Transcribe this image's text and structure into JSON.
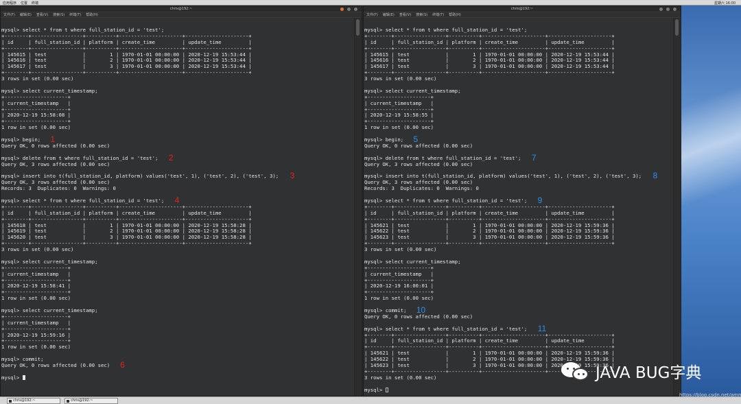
{
  "top_panel": {
    "menus": [
      "应用程序",
      "位置",
      "终端"
    ],
    "clock": "星期六 16:00"
  },
  "left_window": {
    "title": "chris@192:~",
    "menu": [
      "文件(F)",
      "编辑(E)",
      "查看(V)",
      "搜索(S)",
      "终端(T)",
      "帮助(H)"
    ],
    "lines": [
      "mysql> select * from t where full_station_id = 'test';",
      "+--------+-----------------+----------+---------------------+---------------------+",
      "| id     | full_station_id | platform | create_time         | update_time         |",
      "+--------+-----------------+----------+---------------------+---------------------+",
      "| 145615 | test            |        1 | 1970-01-01 00:00:00 | 2020-12-19 15:53:44 |",
      "| 145616 | test            |        2 | 1970-01-01 00:00:00 | 2020-12-19 15:53:44 |",
      "| 145617 | test            |        3 | 1970-01-01 00:00:00 | 2020-12-19 15:53:44 |",
      "+--------+-----------------+----------+---------------------+---------------------+",
      "3 rows in set (0.00 sec)",
      "",
      "mysql> select current_timestamp;",
      "+---------------------+",
      "| current_timestamp   |",
      "+---------------------+",
      "| 2020-12-19 15:58:08 |",
      "+---------------------+",
      "1 row in set (0.00 sec)",
      "",
      "mysql> begin;",
      "Query OK, 0 rows affected (0.00 sec)",
      "",
      "mysql> delete from t where full_station_id = 'test';",
      "Query OK, 3 rows affected (0.00 sec)",
      "",
      "mysql> insert into t(full_station_id, platform) values('test', 1), ('test', 2), ('test', 3);",
      "Query OK, 3 rows affected (0.00 sec)",
      "Records: 3  Duplicates: 0  Warnings: 0",
      "",
      "mysql> select * from t where full_station_id = 'test';",
      "+--------+-----------------+----------+---------------------+---------------------+",
      "| id     | full_station_id | platform | create_time         | update_time         |",
      "+--------+-----------------+----------+---------------------+---------------------+",
      "| 145618 | test            |        1 | 1970-01-01 00:00:00 | 2020-12-19 15:58:28 |",
      "| 145619 | test            |        2 | 1970-01-01 00:00:00 | 2020-12-19 15:58:28 |",
      "| 145620 | test            |        3 | 1970-01-01 00:00:00 | 2020-12-19 15:58:28 |",
      "+--------+-----------------+----------+---------------------+---------------------+",
      "3 rows in set (0.00 sec)",
      "",
      "mysql> select current_timestamp;",
      "+---------------------+",
      "| current_timestamp   |",
      "+---------------------+",
      "| 2020-12-19 15:58:41 |",
      "+---------------------+",
      "1 row in set (0.00 sec)",
      "",
      "mysql> select current_timestamp;",
      "+---------------------+",
      "| current_timestamp   |",
      "+---------------------+",
      "| 2020-12-19 15:59:16 |",
      "+---------------------+",
      "1 row in set (0.00 sec)",
      "",
      "mysql> commit;",
      "Query OK, 0 rows affected (0.00 sec)",
      "",
      "mysql> "
    ],
    "annotations": [
      {
        "text": "1",
        "line": 18
      },
      {
        "text": "2",
        "line": 21
      },
      {
        "text": "3",
        "line": 24
      },
      {
        "text": "4",
        "line": 28
      },
      {
        "text": "6",
        "line": 55
      }
    ]
  },
  "right_window": {
    "title": "chris@192:~",
    "menu": [
      "文件(F)",
      "编辑(E)",
      "查看(V)",
      "搜索(S)",
      "终端(T)",
      "帮助(H)"
    ],
    "lines": [
      "mysql> select * from t where full_station_id = 'test';",
      "+--------+-----------------+----------+---------------------+---------------------+",
      "| id     | full_station_id | platform | create_time         | update_time         |",
      "+--------+-----------------+----------+---------------------+---------------------+",
      "| 145615 | test            |        1 | 1970-01-01 00:00:00 | 2020-12-19 15:53:44 |",
      "| 145616 | test            |        2 | 1970-01-01 00:00:00 | 2020-12-19 15:53:44 |",
      "| 145617 | test            |        3 | 1970-01-01 00:00:00 | 2020-12-19 15:53:44 |",
      "+--------+-----------------+----------+---------------------+---------------------+",
      "3 rows in set (0.00 sec)",
      "",
      "mysql> select current_timestamp;",
      "+---------------------+",
      "| current_timestamp   |",
      "+---------------------+",
      "| 2020-12-19 15:58:55 |",
      "+---------------------+",
      "1 row in set (0.00 sec)",
      "",
      "mysql> begin;",
      "Query OK, 0 rows affected (0.00 sec)",
      "",
      "mysql> delete from t where full_station_id = 'test';",
      "Query OK, 3 rows affected (0.00 sec)",
      "",
      "mysql> insert into t(full_station_id, platform) values('test', 1), ('test', 2), ('test', 3);",
      "Query OK, 3 rows affected (0.00 sec)",
      "Records: 3  Duplicates: 0  Warnings: 0",
      "",
      "mysql> select * from t where full_station_id = 'test';",
      "+--------+-----------------+----------+---------------------+---------------------+",
      "| id     | full_station_id | platform | create_time         | update_time         |",
      "+--------+-----------------+----------+---------------------+---------------------+",
      "| 145621 | test            |        1 | 1970-01-01 00:00:00 | 2020-12-19 15:59:36 |",
      "| 145622 | test            |        2 | 1970-01-01 00:00:00 | 2020-12-19 15:59:36 |",
      "| 145623 | test            |        3 | 1970-01-01 00:00:00 | 2020-12-19 15:59:36 |",
      "+--------+-----------------+----------+---------------------+---------------------+",
      "3 rows in set (0.00 sec)",
      "",
      "mysql> select current_timestamp;",
      "+---------------------+",
      "| current_timestamp   |",
      "+---------------------+",
      "| 2020-12-19 16:00:01 |",
      "+---------------------+",
      "1 row in set (0.00 sec)",
      "",
      "mysql> commit;",
      "Query OK, 0 rows affected (0.00 sec)",
      "",
      "mysql> select * from t where full_station_id = 'test';",
      "+--------+-----------------+----------+---------------------+---------------------+",
      "| id     | full_station_id | platform | create_time         | update_time         |",
      "+--------+-----------------+----------+---------------------+---------------------+",
      "| 145621 | test            |        1 | 1970-01-01 00:00:00 | 2020-12-19 15:59:36 |",
      "| 145622 | test            |        2 | 1970-01-01 00:00:00 | 2020-12-19 15:59:36 |",
      "| 145623 | test            |        3 | 1970-01-01 00:00:00 | 2020-12-19 15:59:36 |",
      "+--------+-----------------+----------+---------------------+---------------------+",
      "3 rows in set (0.00 sec)",
      "",
      "mysql> "
    ],
    "annotations": [
      {
        "text": "5",
        "line": 18
      },
      {
        "text": "7",
        "line": 21
      },
      {
        "text": "8",
        "line": 24
      },
      {
        "text": "9",
        "line": 28
      },
      {
        "text": "10",
        "line": 46
      },
      {
        "text": "11",
        "line": 49
      }
    ]
  },
  "watermark": {
    "text": "JAVA BUG字典",
    "url": "https://blog.csdn.net/ammyk91"
  },
  "taskbar": {
    "items": [
      "chris@192:~",
      "chris@192:~"
    ]
  },
  "colors": {
    "terminal_bg": "#303132",
    "terminal_fg": "#e6e6e6",
    "anno_left": "#e2231a",
    "anno_right": "#2e8ff0"
  }
}
